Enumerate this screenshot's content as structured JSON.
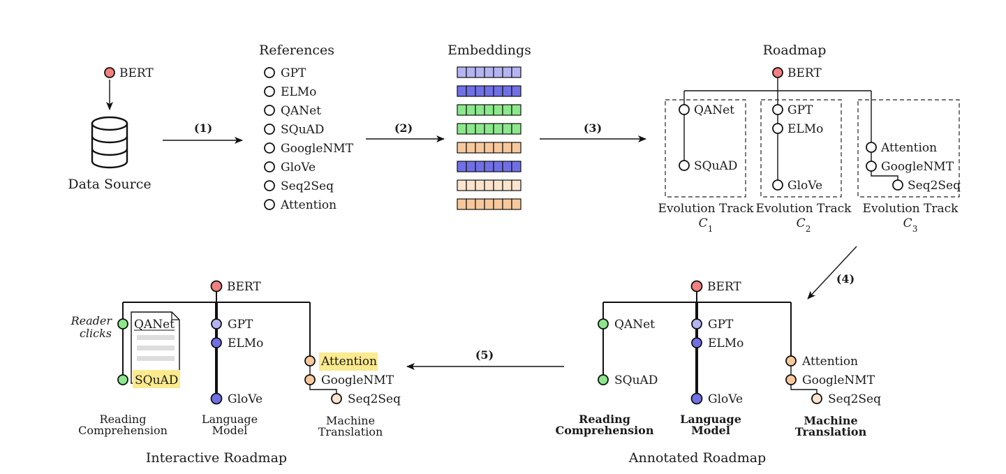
{
  "colors": {
    "bert": "#f28080",
    "reading": "#8be88b",
    "reading_text": "#3dd94f",
    "language_light": "#b4b4f2",
    "language": "#7070e6",
    "language_text": "#2b2bd4",
    "machine_mid": "#f7c89c",
    "machine_light": "#fbe4cd",
    "machine_text": "#f39237",
    "highlight": "#fbea8e",
    "doc_lines": "#dddddd"
  },
  "source": {
    "bert": "BERT",
    "label": "Data Source",
    "icon": "database-icon"
  },
  "steps": {
    "s1": "(1)",
    "s2": "(2)",
    "s3": "(3)",
    "s4": "(4)",
    "s5": "(5)"
  },
  "references": {
    "title": "References",
    "items": [
      "GPT",
      "ELMo",
      "QANet",
      "SQuAD",
      "GoogleNMT",
      "GloVe",
      "Seq2Seq",
      "Attention"
    ]
  },
  "embeddings": {
    "title": "Embeddings",
    "rows": [
      "language_light",
      "language",
      "reading",
      "reading",
      "machine_mid",
      "language",
      "machine_light",
      "machine_mid"
    ]
  },
  "roadmap": {
    "title": "Roadmap",
    "root": "BERT",
    "c1": [
      "QANet",
      "SQuAD"
    ],
    "c2": [
      "GPT",
      "ELMo",
      "GloVe"
    ],
    "c3": [
      "Attention",
      "GoogleNMT",
      "Seq2Seq"
    ],
    "track_label": "Evolution Track",
    "track_symbol": "C",
    "track_subs": [
      "1",
      "2",
      "3"
    ]
  },
  "annotated": {
    "title": "Annotated Roadmap",
    "root": "BERT",
    "reading": [
      "QANet",
      "SQuAD"
    ],
    "language": [
      "GPT",
      "ELMo",
      "GloVe"
    ],
    "machine": [
      "Attention",
      "GoogleNMT",
      "Seq2Seq"
    ],
    "labels": {
      "reading": [
        "Reading",
        "Comprehension"
      ],
      "language": [
        "Language",
        "Model"
      ],
      "machine": [
        "Machine",
        "Translation"
      ]
    }
  },
  "interactive": {
    "title": "Interactive Roadmap",
    "root": "BERT",
    "reader_clicks": [
      "Reader",
      "clicks"
    ],
    "doc_title": "QANet",
    "reading": [
      "QANet",
      "SQuAD"
    ],
    "language": [
      "GPT",
      "ELMo",
      "GloVe"
    ],
    "machine": [
      "Attention",
      "GoogleNMT",
      "Seq2Seq"
    ],
    "labels": {
      "reading": [
        "Reading",
        "Comprehension"
      ],
      "language": [
        "Language",
        "Model"
      ],
      "machine": [
        "Machine",
        "Translation"
      ]
    }
  }
}
